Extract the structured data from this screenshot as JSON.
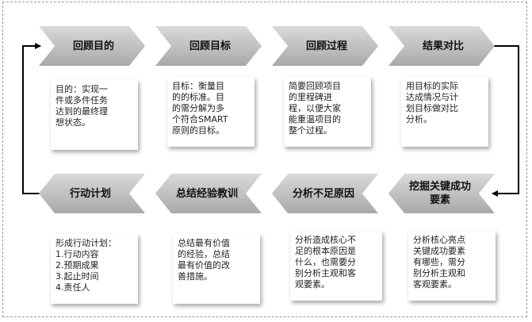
{
  "top_row": [
    {
      "title": "回顾目的",
      "note": [
        "目的：实现一",
        "件或多件任务",
        "达到的最终理",
        "想状态。"
      ]
    },
    {
      "title": "回顾目标",
      "note": [
        "目标：衡量目",
        "的的标准。目",
        "的需分解为多",
        "个符合SMART",
        "原则的目标。"
      ]
    },
    {
      "title": "回顾过程",
      "note": [
        "简要回顾项目",
        "的里程碑进",
        "程，以便大家",
        "能重温项目的",
        "整个过程。"
      ]
    },
    {
      "title": "结果对比",
      "note": [
        "用目标的实际",
        "达成情况与计",
        "划目标做对比",
        "分析。"
      ]
    }
  ],
  "bottom_row": [
    {
      "title": "行动计划",
      "note": [
        "形成行动计划：",
        "1.行动内容",
        "2.预期成果",
        "3.起止时间",
        "4.责任人"
      ]
    },
    {
      "title": "总结经验教训",
      "note": [
        "总结最有价值",
        "的经验，总结",
        "最有价值的改",
        "善措施。"
      ]
    },
    {
      "title": "分析不足原因",
      "note": [
        "分析造成核心不",
        "足的根本原因是",
        "什么，也需要分",
        "别分析主观和客",
        "观要素。"
      ]
    },
    {
      "title": [
        "挖掘关键成功",
        "要素"
      ],
      "note": [
        "分析核心亮点",
        "关键成功要素",
        "有哪些，需分",
        "别分析主观和",
        "客观要素。"
      ]
    }
  ]
}
